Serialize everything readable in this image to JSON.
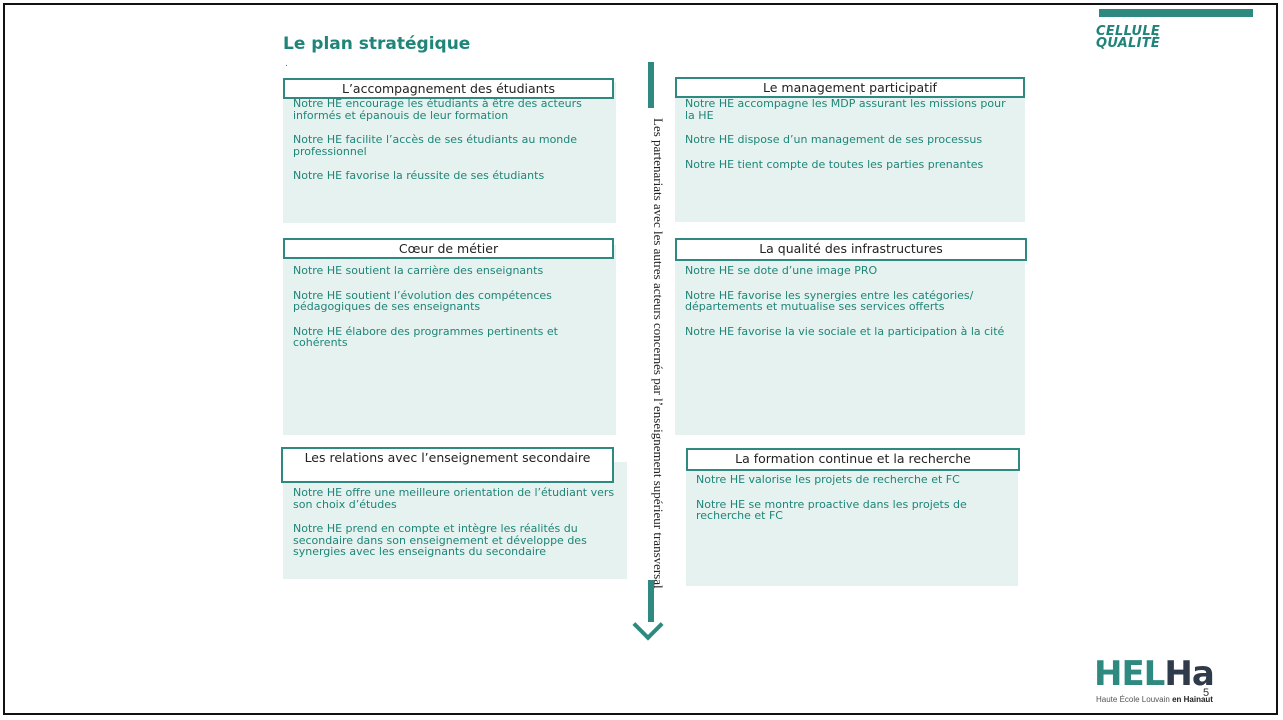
{
  "brand": {
    "cellule_line1": "CELLULE",
    "cellule_line2": "QUALITÉ",
    "accent": "#2e8a80"
  },
  "title": "Le plan stratégique",
  "dot": ".",
  "vertical_text": "Les partenariats avec les autres acteurs concernés par l’enseignement supérieur transversal",
  "panels": [
    {
      "header": "L’accompagnement des étudiants",
      "items": [
        "Notre HE encourage les étudiants à être des acteurs informés et épanouis de leur formation",
        "Notre HE facilite l’accès de ses étudiants au monde professionnel",
        "Notre HE favorise la réussite de ses étudiants"
      ]
    },
    {
      "header": "Le management participatif",
      "items": [
        "Notre HE accompagne les MDP assurant les missions pour la HE",
        "Notre HE dispose d’un management de ses processus",
        "Notre HE tient compte de toutes les parties prenantes"
      ]
    },
    {
      "header": "Cœur de métier",
      "items": [
        "Notre HE soutient la carrière des enseignants",
        "Notre HE soutient l’évolution des compétences pédagogiques de ses enseignants",
        "Notre HE élabore des programmes pertinents et cohérents"
      ]
    },
    {
      "header": "La qualité des infrastructures",
      "items": [
        "Notre HE se dote d’une image PRO",
        "Notre HE favorise les synergies entre les catégories/ départements et mutualise ses services offerts",
        "Notre HE favorise la vie sociale et la participation à la cité"
      ]
    },
    {
      "header": "Les relations avec l’enseignement secondaire",
      "items": [
        "Notre HE offre une meilleure orientation de l’étudiant vers son choix d’études",
        "Notre HE prend en compte et intègre les réalités du secondaire dans son enseignement et développe des synergies avec les enseignants du secondaire"
      ]
    },
    {
      "header": "La formation continue et la recherche",
      "items": [
        "Notre HE valorise les projets de recherche et FC",
        "Notre HE se montre proactive dans les projets de recherche et FC"
      ]
    }
  ],
  "logo": {
    "he": "HEL",
    "ha": "Ha",
    "sub_prefix": "Haute École Louvain ",
    "sub_bold": "en Hainaut"
  },
  "page_number": "5"
}
